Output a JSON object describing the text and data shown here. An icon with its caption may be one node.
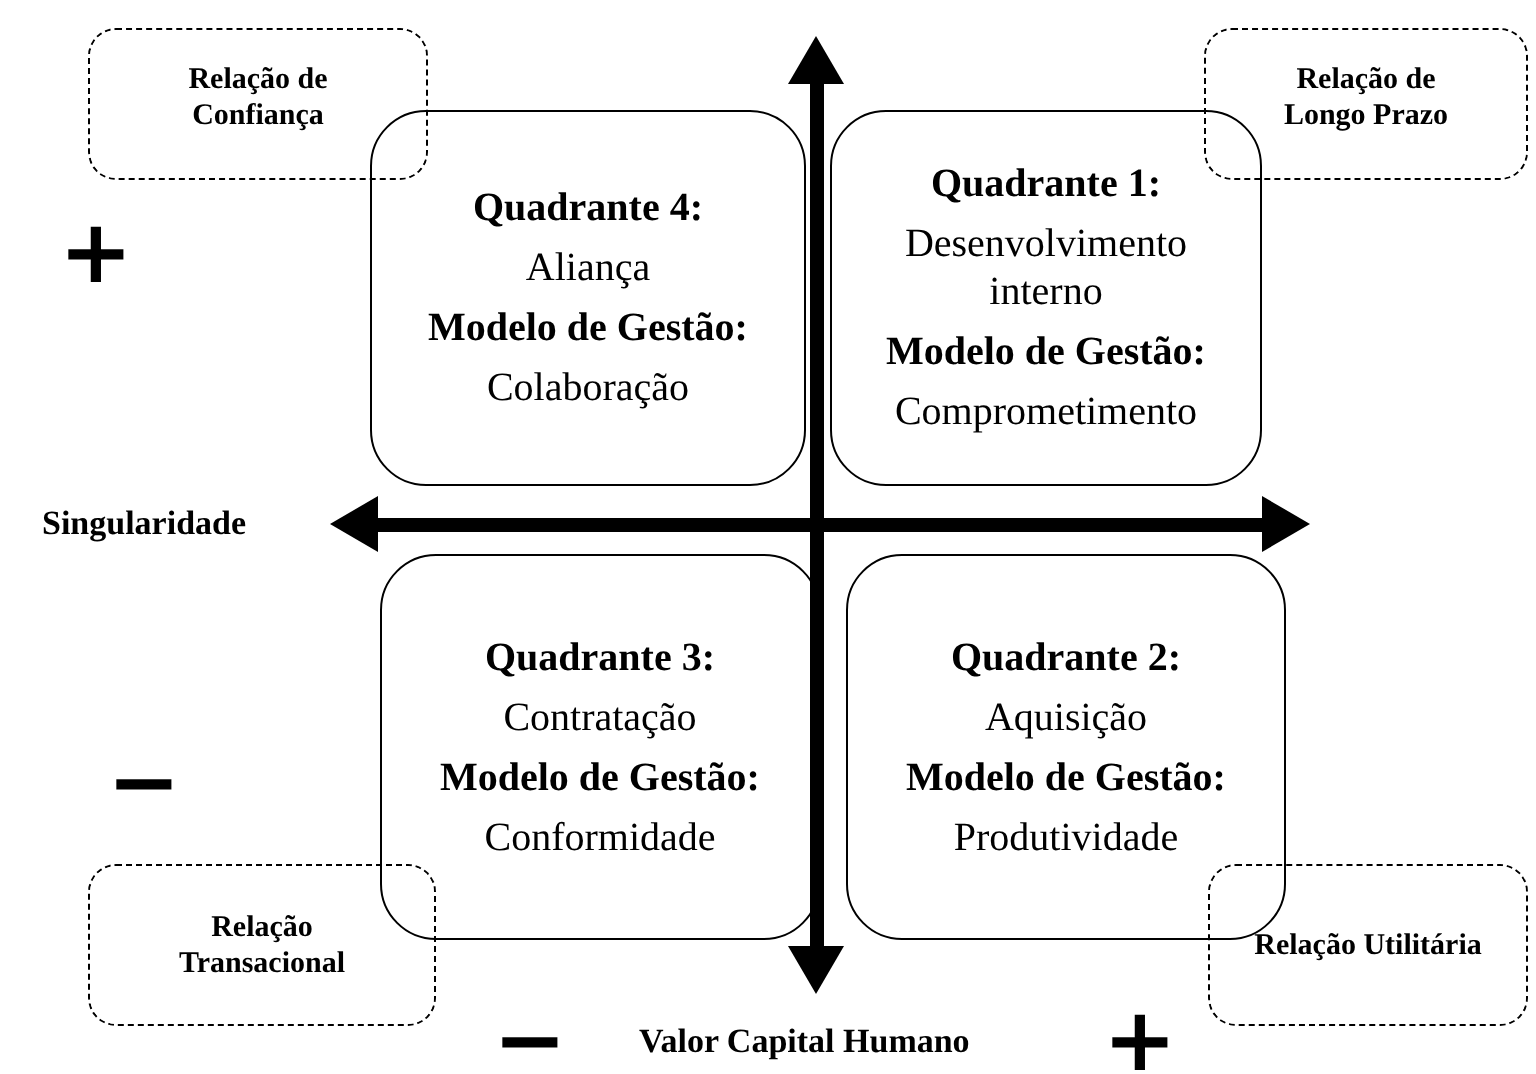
{
  "diagram": {
    "nodes": [
      {
        "text": [
          "Relação de Confiança"
        ]
      },
      {
        "text": [
          "Relação de Longo Prazo"
        ]
      },
      {
        "text": [
          "Quadrante 4:",
          "Aliança",
          "Modelo de Gestão:",
          "Colaboração"
        ]
      },
      {
        "text": [
          "Quadrante 1:",
          "Desenvolvimento interno",
          "Modelo de Gestão:",
          "Comprometimento"
        ]
      },
      {
        "text": [
          "Quadrante 3:",
          "Contratação",
          "Modelo de Gestão:",
          "Conformidade"
        ]
      },
      {
        "text": [
          "Quadrante 2:",
          "Aquisição",
          "Modelo de Gestão:",
          "Produtividade"
        ]
      },
      {
        "text": [
          "Relação Transacional"
        ]
      },
      {
        "text": [
          "Relação Utilitária"
        ]
      }
    ],
    "edges": [],
    "labels": [
      "+",
      "Singularidade",
      "−",
      "−",
      "Valor Capital Humano",
      "+"
    ]
  }
}
